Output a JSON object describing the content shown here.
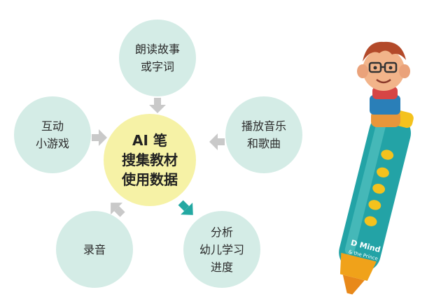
{
  "center": {
    "line1": "AI 笔",
    "line2": "搜集教材",
    "line3": "使用数据"
  },
  "features": {
    "top": {
      "line1": "朗读故事",
      "line2": "或字词"
    },
    "left": {
      "line1": "互动",
      "line2": "小游戏"
    },
    "right": {
      "line1": "播放音乐",
      "line2": "和歌曲"
    },
    "bottom_left": {
      "line1": "录音"
    },
    "bottom_right": {
      "line1": "分析",
      "line2": "幼儿学习",
      "line3": "进度"
    }
  },
  "pen_brand": {
    "line1": "D Mind",
    "line2": "& the Prince"
  },
  "colors": {
    "bubble": "#d4ece6",
    "center": "#f6f2a6",
    "arrow_gray": "#c9c9c9",
    "arrow_teal": "#23a8a2"
  }
}
